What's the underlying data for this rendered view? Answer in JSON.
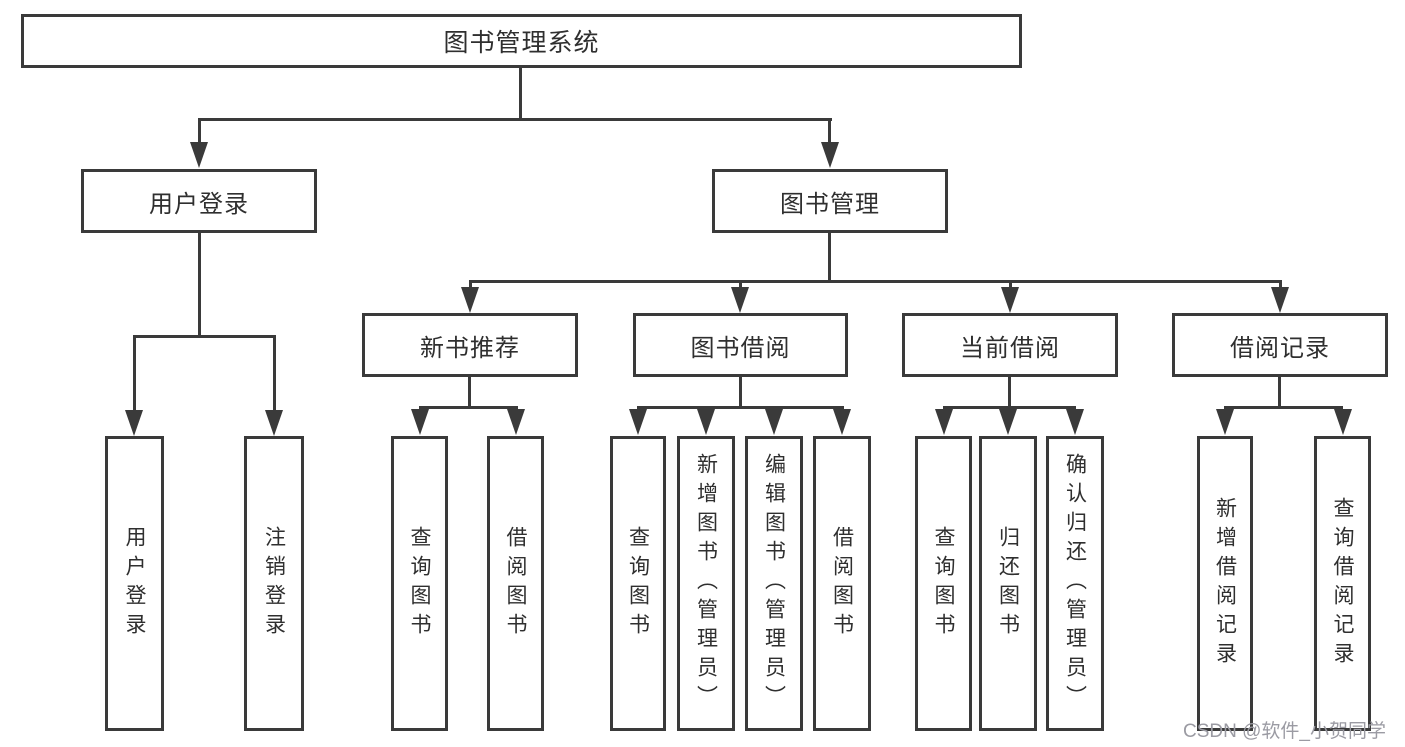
{
  "diagram": {
    "title": "图书管理系统",
    "nodes": {
      "root": "图书管理系统",
      "user_login": "用户登录",
      "book_mgmt": "图书管理",
      "new_book_rec": "新书推荐",
      "book_borrow": "图书借阅",
      "current_borrow": "当前借阅",
      "borrow_records": "借阅记录",
      "leaf_user_login": "用户登录",
      "leaf_logout": "注销登录",
      "leaf_nb_query": "查询图书",
      "leaf_nb_borrow": "借阅图书",
      "leaf_bb_query": "查询图书",
      "leaf_bb_add": "新增图书（管理员）",
      "leaf_bb_edit": "编辑图书（管理员）",
      "leaf_bb_borrow": "借阅图书",
      "leaf_cb_query": "查询图书",
      "leaf_cb_return": "归还图书",
      "leaf_cb_confirm": "确认归还（管理员）",
      "leaf_br_add": "新增借阅记录",
      "leaf_br_query": "查询借阅记录"
    }
  },
  "watermark": "CSDN @软件_小贺同学",
  "colors": {
    "line": "#3a3a3a",
    "text": "#2f2f2f",
    "watermark": "#9b9ba3",
    "background": "#ffffff"
  }
}
